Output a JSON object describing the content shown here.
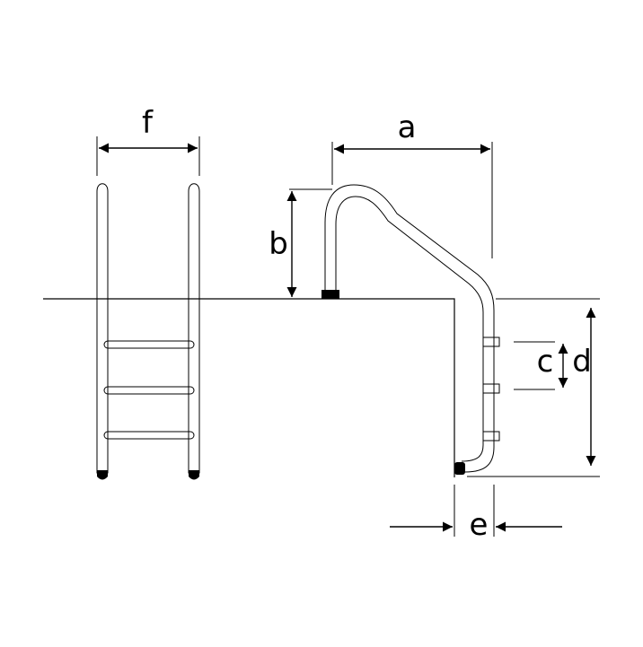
{
  "diagram": {
    "labels": {
      "a": "a",
      "b": "b",
      "c": "c",
      "d": "d",
      "e": "e",
      "f": "f"
    },
    "colors": {
      "line": "#000000",
      "background": "#ffffff"
    }
  }
}
